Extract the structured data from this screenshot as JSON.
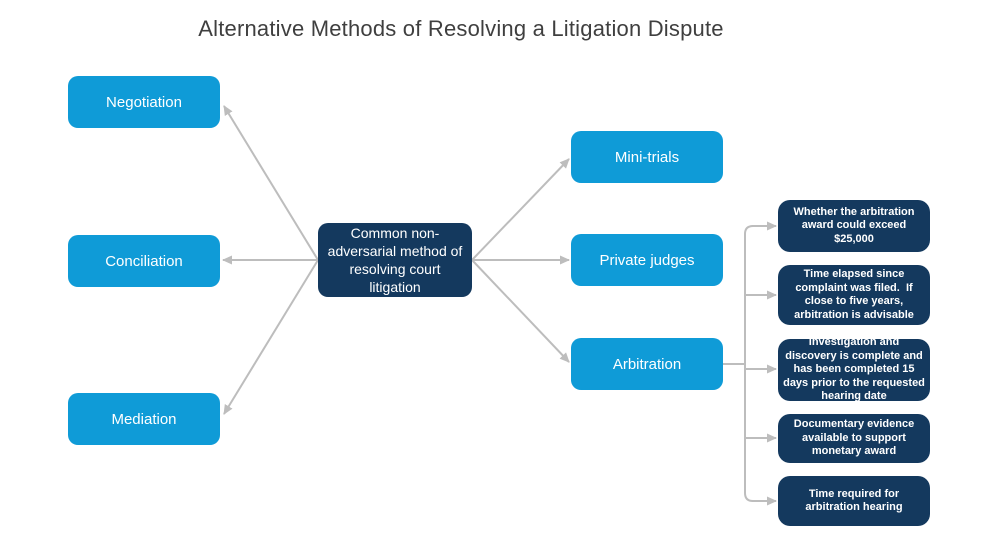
{
  "title": "Alternative Methods of Resolving a Litigation Dispute",
  "colors": {
    "node_blue": "#0f9bd7",
    "node_navy": "#14395e",
    "connector_gray": "#bdbdbd",
    "title_text": "#3f3f3f",
    "node_text": "#ffffff",
    "background": "#ffffff"
  },
  "center_node": {
    "label": "Common non-adversarial method of resolving court litigation"
  },
  "left_nodes": [
    {
      "label": "Negotiation"
    },
    {
      "label": "Conciliation"
    },
    {
      "label": "Mediation"
    }
  ],
  "right_nodes": [
    {
      "label": "Mini-trials"
    },
    {
      "label": "Private judges"
    },
    {
      "label": "Arbitration"
    }
  ],
  "arbitration_considerations": [
    {
      "label": "Whether the arbitration award could exceed $25,000"
    },
    {
      "label": "Time elapsed since complaint was filed.  If close to five years, arbitration is advisable"
    },
    {
      "label": "Investigation and discovery is complete and has been completed 15 days prior to the requested hearing date"
    },
    {
      "label": "Documentary evidence available to support monetary award"
    },
    {
      "label": "Time required for arbitration hearing"
    }
  ]
}
